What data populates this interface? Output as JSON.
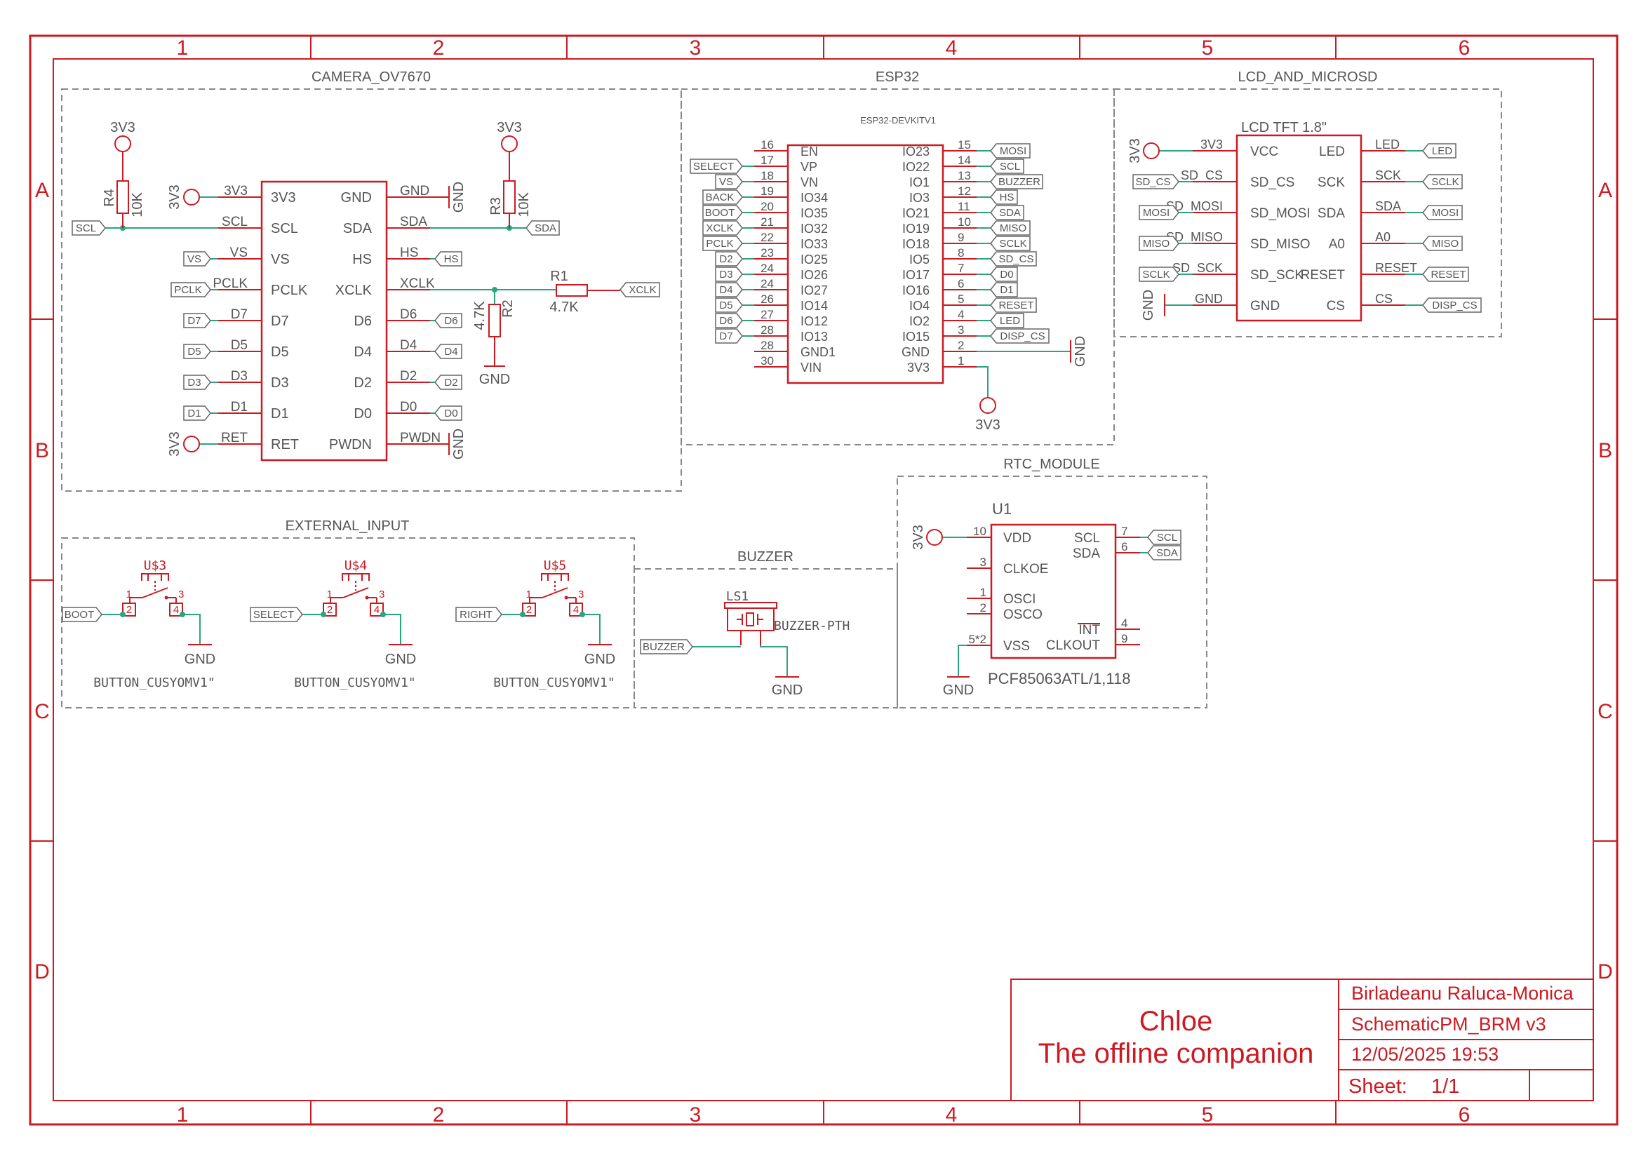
{
  "frame": {
    "columns": [
      "1",
      "2",
      "3",
      "4",
      "5",
      "6"
    ],
    "rows": [
      "A",
      "B",
      "C",
      "D"
    ]
  },
  "titleblock": {
    "title_line1": "Chloe",
    "title_line2": "The offline companion",
    "author": "Birladeanu Raluca-Monica",
    "document": "SchematicPM_BRM v3",
    "date": "12/05/2025 19:53",
    "sheet_label": "Sheet:",
    "sheet_value": "1/1"
  },
  "sheets": {
    "camera": "CAMERA_OV7670",
    "esp32": "ESP32",
    "lcd": "LCD_AND_MICROSD",
    "rtc": "RTC_MODULE",
    "external": "EXTERNAL_INPUT",
    "buzzer": "BUZZER"
  },
  "power": {
    "v33": "3V3",
    "gnd": "GND"
  },
  "camera": {
    "left_pins": [
      "3V3",
      "SCL",
      "VS",
      "PCLK",
      "D7",
      "D5",
      "D3",
      "D1",
      "RET"
    ],
    "right_pins": [
      "GND",
      "SDA",
      "HS",
      "XCLK",
      "D6",
      "D4",
      "D2",
      "D0",
      "PWDN"
    ],
    "left_nets": [
      "3V3",
      "SCL",
      "VS",
      "PCLK",
      "D7",
      "D5",
      "D3",
      "D1",
      "RET"
    ],
    "right_nets": [
      "GND",
      "SDA",
      "HS",
      "XCLK",
      "D6",
      "D4",
      "D2",
      "D0",
      "PWDN"
    ],
    "left_labels": [
      "SCL",
      "VS",
      "PCLK",
      "D7",
      "D5",
      "D3",
      "D1"
    ],
    "right_labels": [
      "SDA",
      "HS",
      "XCLK",
      "D6",
      "D4",
      "D2",
      "D0"
    ],
    "r4_name": "R4",
    "r4_value": "10K",
    "r3_name": "R3",
    "r3_value": "10K",
    "r1_name": "R1",
    "r1_value": "4.7K",
    "r2_name": "R2",
    "r2_value": "4.7K"
  },
  "esp32": {
    "part": "ESP32-DEVKITV1",
    "left_pins": [
      "EN",
      "VP",
      "VN",
      "IO34",
      "IO35",
      "IO32",
      "IO33",
      "IO25",
      "IO26",
      "IO27",
      "IO14",
      "IO12",
      "IO13",
      "GND1",
      "VIN"
    ],
    "left_nums": [
      "16",
      "17",
      "18",
      "19",
      "20",
      "21",
      "22",
      "23",
      "24",
      "24",
      "26",
      "27",
      "28",
      "28",
      "30"
    ],
    "left_labels": [
      "",
      "SELECT",
      "VS",
      "BACK",
      "BOOT",
      "XCLK",
      "PCLK",
      "D2",
      "D3",
      "D4",
      "D5",
      "D6",
      "D7",
      "",
      ""
    ],
    "right_pins": [
      "IO23",
      "IO22",
      "IO1",
      "IO3",
      "IO21",
      "IO19",
      "IO18",
      "IO5",
      "IO17",
      "IO16",
      "IO4",
      "IO2",
      "IO15",
      "GND",
      "3V3"
    ],
    "right_nums": [
      "15",
      "14",
      "13",
      "12",
      "11",
      "10",
      "9",
      "8",
      "7",
      "6",
      "5",
      "4",
      "3",
      "2",
      "1"
    ],
    "right_labels": [
      "MOSI",
      "SCL",
      "BUZZER",
      "HS",
      "SDA",
      "MISO",
      "SCLK",
      "SD_CS",
      "D0",
      "D1",
      "RESET",
      "LED",
      "DISP_CS",
      "",
      ""
    ]
  },
  "lcd": {
    "part": "LCD TFT 1.8\"",
    "left_pins": [
      "VCC",
      "SD_CS",
      "SD_MOSI",
      "SD_MISO",
      "SD_SCK",
      "GND"
    ],
    "left_nets": [
      "3V3",
      "SD_CS",
      "SD_MOSI",
      "SD_MISO",
      "SD_SCK",
      "GND"
    ],
    "left_labels": [
      "",
      "SD_CS",
      "MOSI",
      "MISO",
      "SCLK",
      ""
    ],
    "right_pins": [
      "LED",
      "SCK",
      "SDA",
      "A0",
      "RESET",
      "CS"
    ],
    "right_nets": [
      "LED",
      "SCK",
      "SDA",
      "A0",
      "RESET",
      "CS"
    ],
    "right_labels": [
      "LED",
      "SCLK",
      "MOSI",
      "MISO",
      "RESET",
      "DISP_CS"
    ]
  },
  "rtc": {
    "ref": "U1",
    "part": "PCF85063ATL/1,118",
    "left_pins": [
      "VDD",
      "CLKOE",
      "OSCI",
      "OSCO",
      "VSS"
    ],
    "left_nums": [
      "10",
      "3",
      "1",
      "2",
      "5*2"
    ],
    "right_pins": [
      "SCL",
      "SDA",
      "INT",
      "CLKOUT"
    ],
    "right_nums": [
      "7",
      "6",
      "4",
      "9"
    ],
    "labels": [
      "SCL",
      "SDA"
    ]
  },
  "buttons": [
    {
      "ref": "U$3",
      "net": "BOOT",
      "value": "BUTTON_CUSYOMV1\"",
      "pins": [
        "1",
        "2",
        "3",
        "4"
      ]
    },
    {
      "ref": "U$4",
      "net": "SELECT",
      "value": "BUTTON_CUSYOMV1\"",
      "pins": [
        "1",
        "2",
        "3",
        "4"
      ]
    },
    {
      "ref": "U$5",
      "net": "RIGHT",
      "value": "BUTTON_CUSYOMV1\"",
      "pins": [
        "1",
        "2",
        "3",
        "4"
      ]
    }
  ],
  "buzzer": {
    "ref": "LS1",
    "value": "BUZZER-PTH",
    "net": "BUZZER"
  }
}
